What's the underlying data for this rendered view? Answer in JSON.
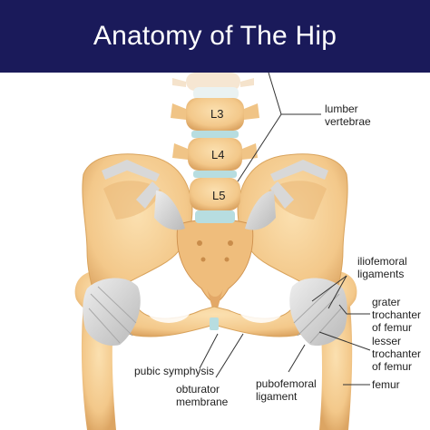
{
  "title": "Anatomy of The Hip",
  "vertebrae": {
    "l3": "L3",
    "l4": "L4",
    "l5": "L5"
  },
  "labels": {
    "lumber_vertebrae": "lumber\nvertebrae",
    "iliofemoral_ligaments": "iliofemoral\nligaments",
    "grater_trochanter": "grater\ntrochanter\nof femur",
    "lesser_trochanter": "lesser\ntrochanter\nof femur",
    "femur": "femur",
    "pubic_symphysis": "pubic symphysis",
    "obturator_membrane": "obturator\nmembrane",
    "pubofemoral_ligament": "pubofemoral\nligament"
  },
  "colors": {
    "header": "#1a1a5a",
    "bone": "#f3c88a",
    "bone_shadow": "#d9a35c",
    "ligament": "#d6d6d6",
    "disc": "#b7dde0",
    "leader": "#333333"
  }
}
